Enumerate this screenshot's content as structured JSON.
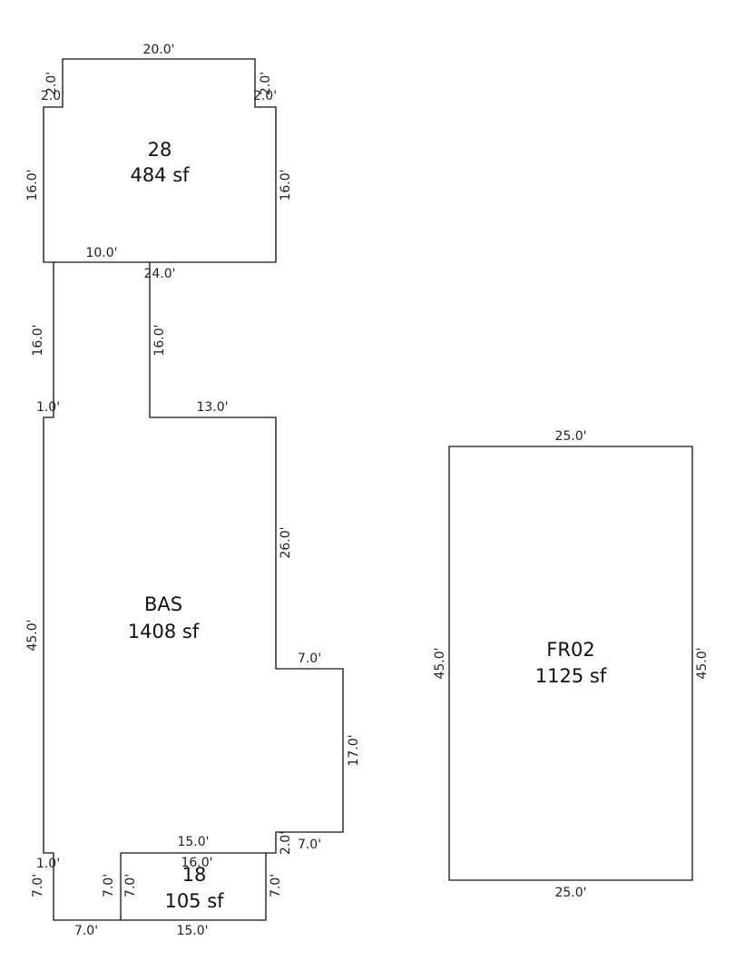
{
  "areas": [
    {
      "code": "28",
      "area": "484 sf"
    },
    {
      "code": "BAS",
      "area": "1408 sf"
    },
    {
      "code": "18",
      "area": "105 sf"
    },
    {
      "code": "FR02",
      "area": "1125 sf"
    }
  ],
  "dims": {
    "g_top": "20.0'",
    "g_step_l_v": "2.0'",
    "g_step_l_h": "2.0'",
    "g_step_r_v": "2.0'",
    "g_step_r_h": "2.0'",
    "g_left": "16.0'",
    "g_right": "16.0'",
    "g_bot_a": "10.0'",
    "g_bot_b": "24.0'",
    "b_upper_left": "16.0'",
    "b_jog_left": "1.0'",
    "b_upper_right": "16.0'",
    "b_top_right": "13.0'",
    "b_right_upper": "26.0'",
    "b_step_top": "7.0'",
    "b_right_lower": "17.0'",
    "b_step_bot": "7.0'",
    "b_small_v": "2.0'",
    "b_left": "45.0'",
    "b_jog_left_bot": "1.0'",
    "b_bot_mid": "15.0'",
    "b_bot_mid2": "16.0'",
    "b_left_low": "7.0'",
    "b_bot_left": "7.0'",
    "b_inner_v": "7.0'",
    "p_left": "7.0'",
    "p_right": "7.0'",
    "p_bottom": "15.0'",
    "f_top": "25.0'",
    "f_bottom": "25.0'",
    "f_left": "45.0'",
    "f_right": "45.0'"
  }
}
